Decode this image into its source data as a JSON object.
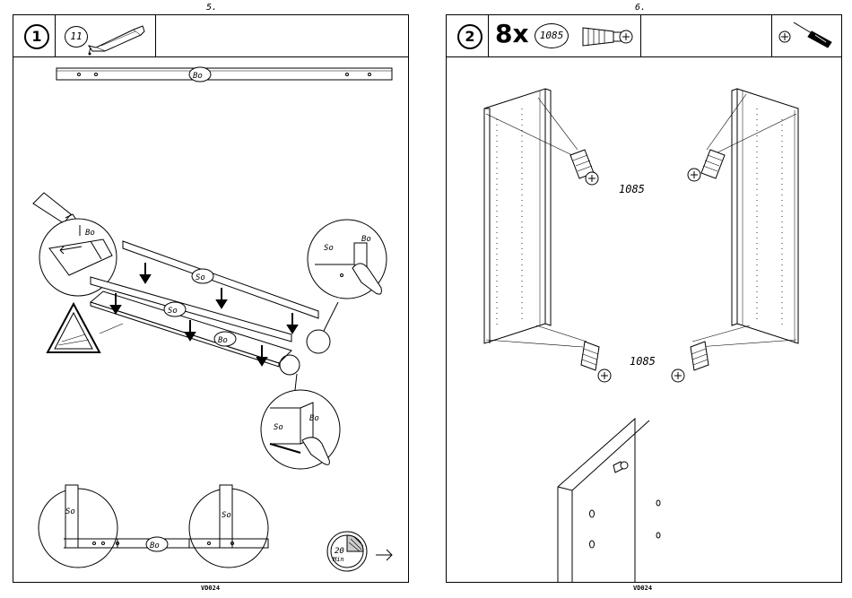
{
  "left_page": {
    "page_number": "5.",
    "step_number": "1",
    "glue_count": "11",
    "labels": {
      "rail_top": "Bo",
      "detail_bo": "Bo",
      "so_top": "So",
      "so_front": "So",
      "bo_front": "Bo",
      "c1_so": "So",
      "c1_bo": "Bo",
      "c2_so": "So",
      "c2_bo": "Bo",
      "b1_so": "So",
      "b2_so": "So",
      "b_bo": "Bo"
    },
    "timer_value": "20",
    "timer_unit": "Min",
    "footer_code": "VD024"
  },
  "right_page": {
    "page_number": "6.",
    "step_number": "2",
    "quantity": "8x",
    "part_number": "1085",
    "callout_top": "1085",
    "callout_bottom": "1085",
    "footer_code": "VD024"
  }
}
